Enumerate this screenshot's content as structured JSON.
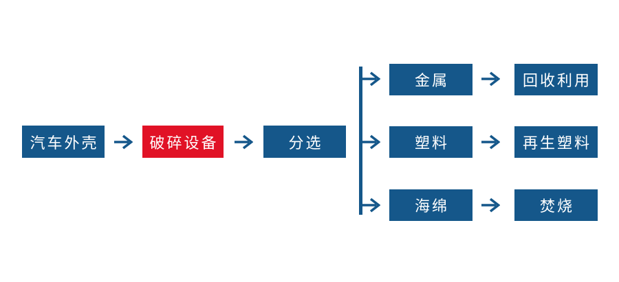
{
  "colors": {
    "primary_blue": "#15578a",
    "highlight_red": "#e11226",
    "box_text": "#ffffff",
    "background": "#ffffff"
  },
  "icons": {
    "arrow_right": "→"
  },
  "flow": {
    "main_nodes": [
      {
        "label": "汽车外壳",
        "variant": "primary"
      },
      {
        "label": "破碎设备",
        "variant": "highlight"
      },
      {
        "label": "分选",
        "variant": "primary"
      }
    ],
    "branches": [
      {
        "material": "金属",
        "outcome": "回收利用"
      },
      {
        "material": "塑料",
        "outcome": "再生塑料"
      },
      {
        "material": "海绵",
        "outcome": "焚烧"
      }
    ]
  }
}
